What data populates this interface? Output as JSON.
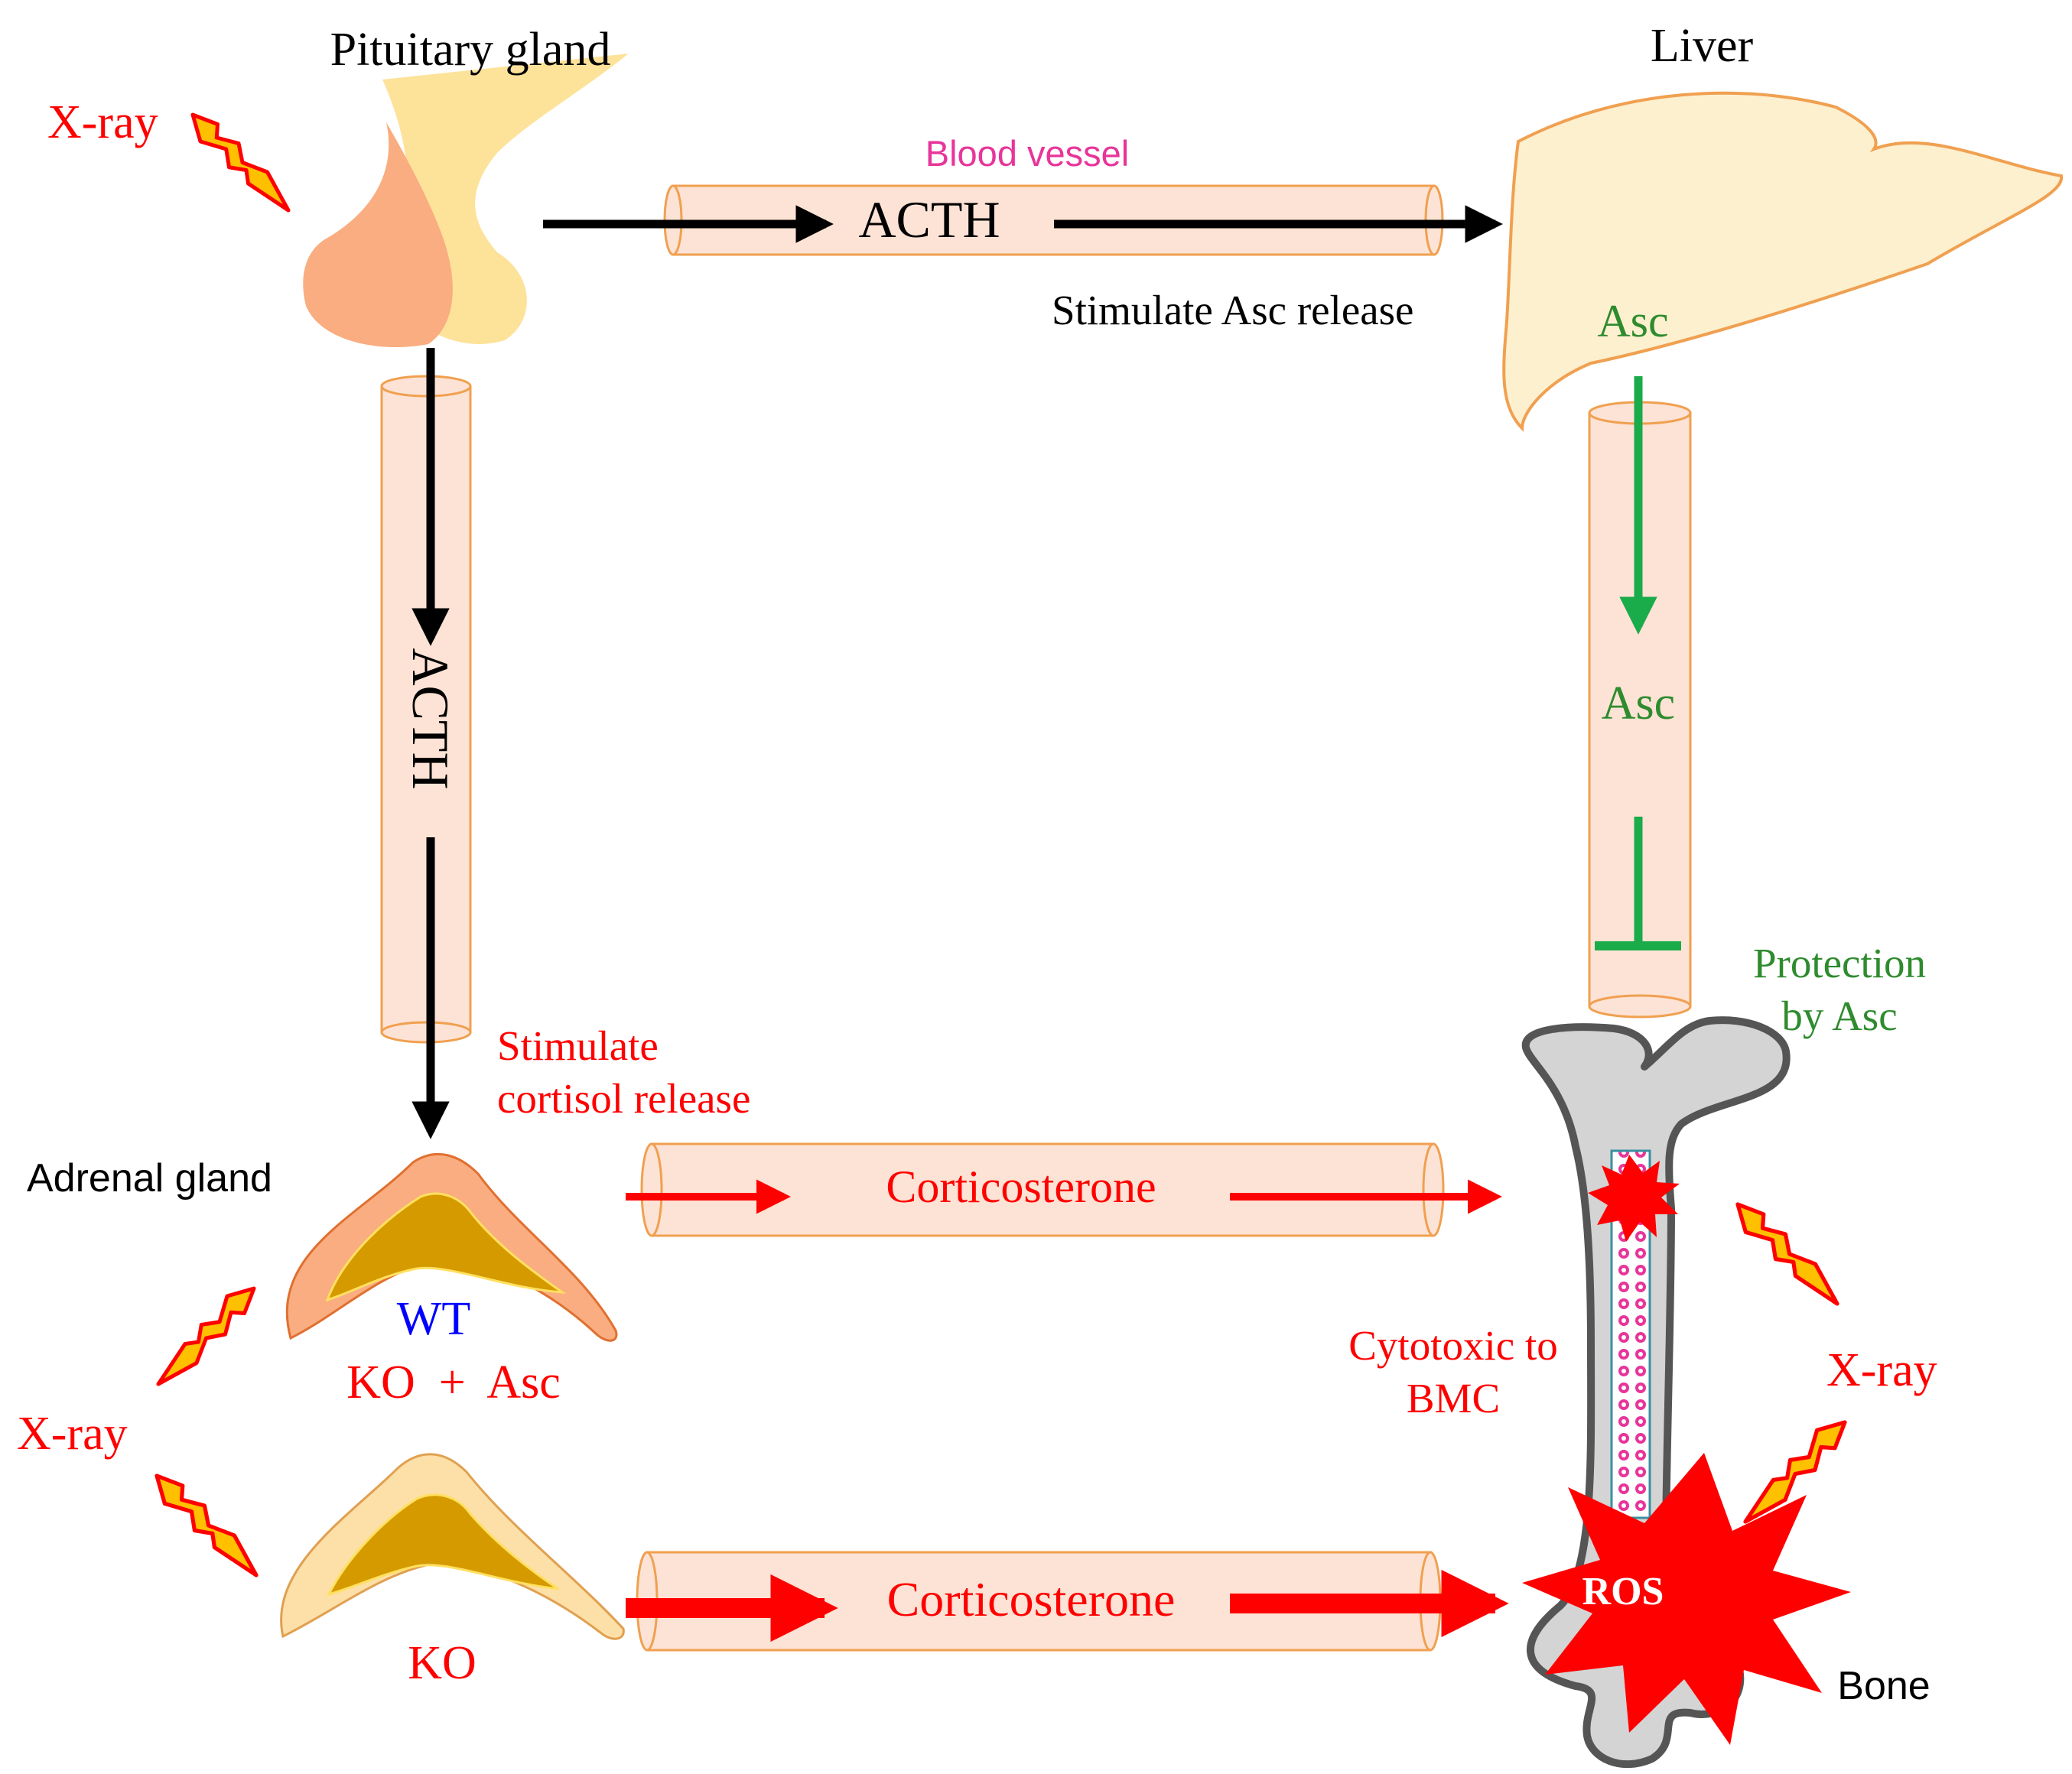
{
  "labels": {
    "pituitary": "Pituitary gland",
    "liver": "Liver",
    "blood_vessel": "Blood vessel",
    "acth_top": "ACTH",
    "acth_left": "ACTH",
    "stim_asc": "Stimulate Asc release",
    "asc_liver": "Asc",
    "asc_vessel": "Asc",
    "protection_1": "Protection",
    "protection_2": "by Asc",
    "xray_top": "X-ray",
    "xray_left": "X-ray",
    "xray_right": "X-ray",
    "stim_cortisol_1": "Stimulate",
    "stim_cortisol_2": "cortisol release",
    "adrenal": "Adrenal gland",
    "cort_top": "Corticosterone",
    "cort_bottom": "Corticosterone",
    "wt": "WT",
    "ko_asc": "KO  +  Asc",
    "ko": "KO",
    "cytotoxic_1": "Cytotoxic to",
    "cytotoxic_2": "BMC",
    "ros": "ROS",
    "bone": "Bone"
  },
  "colors": {
    "vessel_fill": "#fde3d5",
    "vessel_stroke": "#f0a050",
    "red": "#ff0000",
    "green_text": "#2e8b2e",
    "green_arrow": "#1aab4a",
    "blue": "#0000ff",
    "magenta": "#e8359a",
    "black": "#000000",
    "liver_fill": "#fdf0cf",
    "liver_stroke": "#f0a050",
    "pituitary_front": "#f9ad80",
    "pituitary_back": "#fde29a",
    "adrenal_outer": "#f9ad80",
    "adrenal_inner": "#d59a00",
    "bone_fill": "#d4d4d4",
    "bone_stroke": "#555555",
    "bolt_fill": "#ffc000",
    "bolt_stroke": "#ff0000"
  }
}
